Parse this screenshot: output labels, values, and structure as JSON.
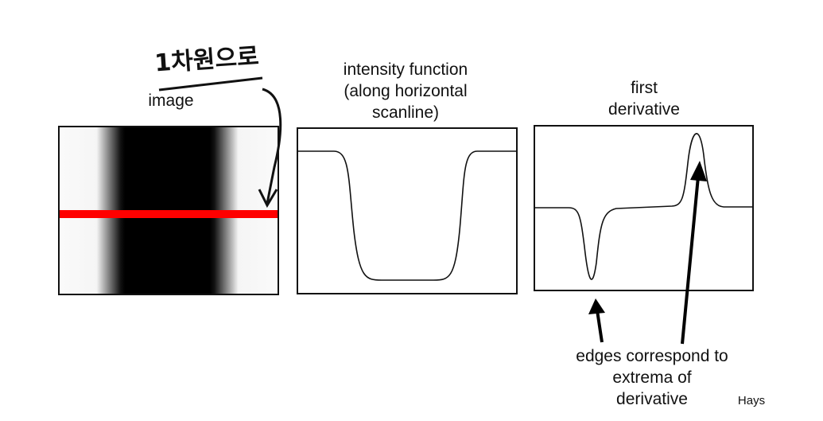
{
  "handwritten_note": "1차원으로",
  "panels": {
    "image": {
      "title": "image"
    },
    "intensity": {
      "title_line1": "intensity function",
      "title_line2": "(along horizontal",
      "title_line3": "scanline)"
    },
    "derivative": {
      "title_line1": "first",
      "title_line2": "derivative"
    }
  },
  "annotation": {
    "line1": "edges correspond to",
    "line2": "extrema of",
    "line3": "derivative"
  },
  "credit": "Hays",
  "colors": {
    "scanline": "#ff0000",
    "ink": "#111111"
  }
}
